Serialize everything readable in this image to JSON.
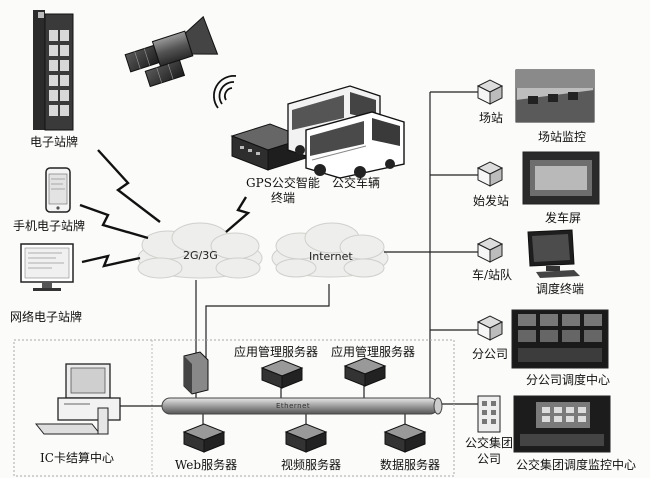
{
  "network": {
    "cloud_2g3g": "2G/3G",
    "cloud_internet": "Internet",
    "ethernet": "Ethernet"
  },
  "left": {
    "electronic_stop_sign": "电子站牌",
    "mobile_stop_sign": "手机电子站牌",
    "web_stop_sign": "网络电子站牌",
    "ic_card_center": "IC卡结算中心"
  },
  "top": {
    "gps_terminal_line1": "GPS公交智能",
    "gps_terminal_line2": "终端",
    "bus": "公交车辆"
  },
  "servers": {
    "app_server_1": "应用管理服务器",
    "app_server_2": "应用管理服务器",
    "web": "Web服务器",
    "video": "视频服务器",
    "data": "数据服务器"
  },
  "right": {
    "yard": "场站",
    "yard_monitor": "场站监控",
    "origin_station": "始发站",
    "departure_screen": "发车屏",
    "depot": "车/站队",
    "dispatch_terminal": "调度终端",
    "branch": "分公司",
    "branch_dispatch": "分公司调度中心",
    "group_line1": "公交集团",
    "group_line2": "公司",
    "group_monitor": "公交集团调度监控中心"
  }
}
